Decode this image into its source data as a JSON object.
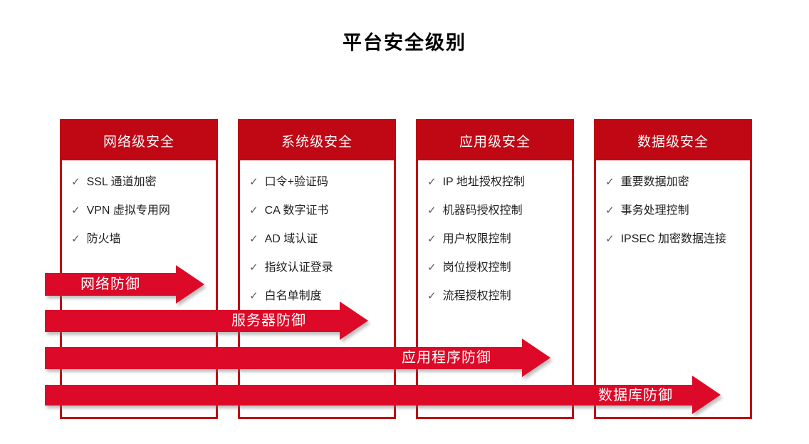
{
  "title": "平台安全级别",
  "checkmark_glyph": "✓",
  "colors": {
    "column_red": "#c00714",
    "arrow_red": "#dc0a28",
    "header_text": "#ffffff",
    "body_text": "#1f1f1f",
    "checkmark_gray": "#595959"
  },
  "columns": [
    {
      "header": "网络级安全",
      "items": [
        "SSL 通道加密",
        "VPN 虚拟专用网",
        "防火墙"
      ]
    },
    {
      "header": "系统级安全",
      "items": [
        "口令+验证码",
        "CA 数字证书",
        "AD 域认证",
        "指纹认证登录",
        "白名单制度"
      ]
    },
    {
      "header": "应用级安全",
      "items": [
        "IP 地址授权控制",
        "机器码授权控制",
        "用户权限控制",
        "岗位授权控制",
        "流程授权控制"
      ]
    },
    {
      "header": "数据级安全",
      "items": [
        "重要数据加密",
        "事务处理控制",
        "IPSEC 加密数据连接"
      ]
    }
  ],
  "arrows": [
    {
      "label": "网络防御"
    },
    {
      "label": "服务器防御"
    },
    {
      "label": "应用程序防御"
    },
    {
      "label": "数据库防御"
    }
  ]
}
